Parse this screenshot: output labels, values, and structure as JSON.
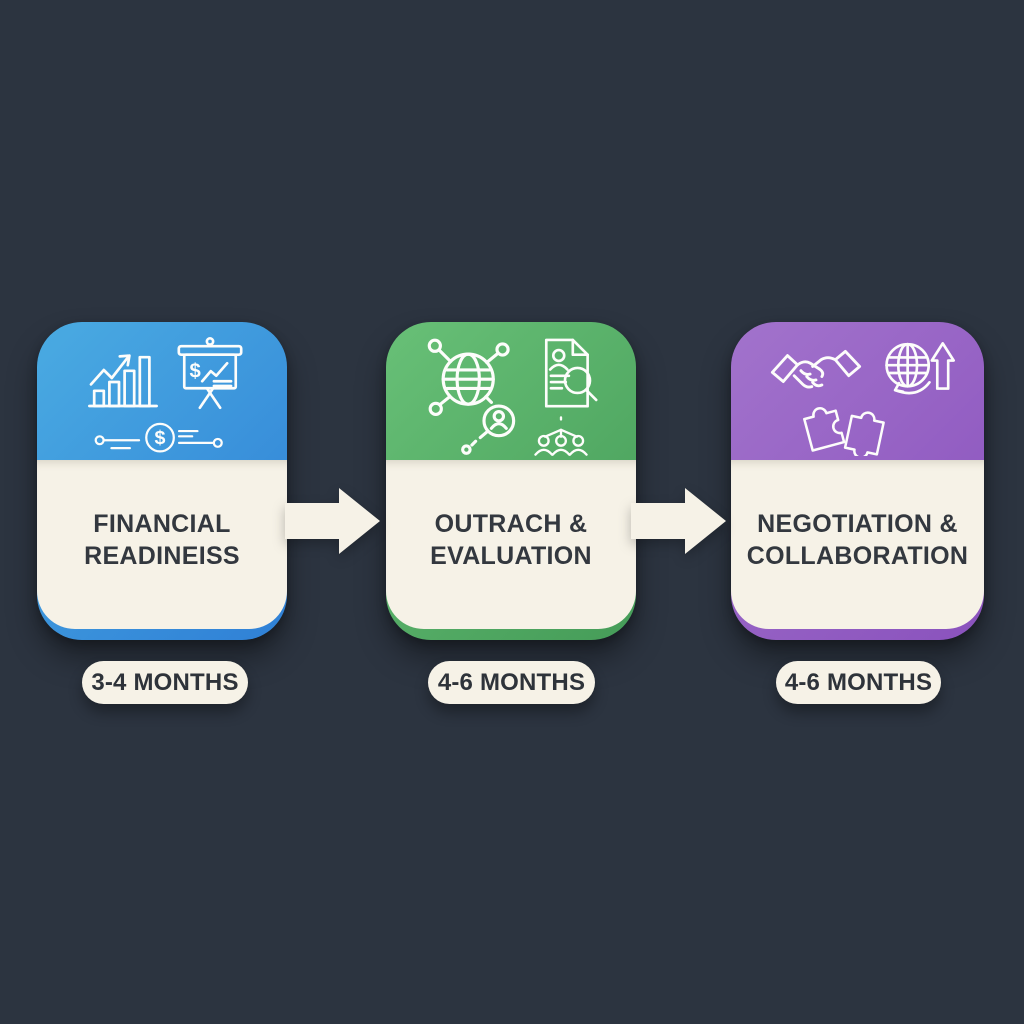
{
  "canvas": {
    "background": "#2c3440"
  },
  "stages": [
    {
      "id": "financial-readiness",
      "title_lines": [
        "FINANCIAL",
        "READINEISS"
      ],
      "duration": "3-4 MONTHS",
      "accent_top": "#4aabe2",
      "accent_bottom": "#2f80d6",
      "icons": [
        "growth-bar-chart",
        "financial-presentation",
        "money-timeline"
      ]
    },
    {
      "id": "outreach-evaluation",
      "title_lines": [
        "OUTRACH &",
        "EVALUATION"
      ],
      "duration": "4-6 MONTHS",
      "accent_top": "#68c077",
      "accent_bottom": "#459c58",
      "icons": [
        "network-globe",
        "candidate-document-search",
        "org-chart"
      ]
    },
    {
      "id": "negotiation-collaboration",
      "title_lines": [
        "NEGOTIATION &",
        "COLLABORATION"
      ],
      "duration": "4-6 MONTHS",
      "accent_top": "#a273cc",
      "accent_bottom": "#8a52bd",
      "icons": [
        "handshake",
        "global-growth",
        "puzzle-pieces"
      ]
    }
  ],
  "colors": {
    "background": "#2c3440",
    "card_face": "#f6f2e7",
    "arrow": "#f6f2e7",
    "title_text": "#33383f",
    "pill_text": "#2e333a",
    "icon_stroke": "#fdfdfb"
  }
}
